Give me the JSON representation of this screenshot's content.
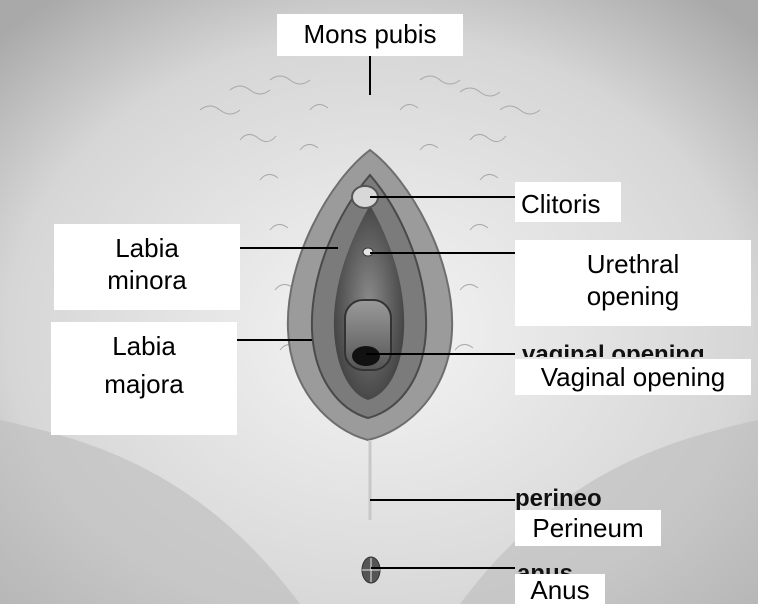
{
  "labels": {
    "mons_pubis": "Mons pubis",
    "clitoris": "Clitoris",
    "labia_minora": [
      "Labia",
      "minora"
    ],
    "urethral_opening": [
      "Urethral",
      "opening"
    ],
    "labia_majora": [
      "Labia",
      "majora"
    ],
    "vaginal_opening": "Vaginal opening",
    "perineum": "Perineum",
    "anus": "Anus"
  },
  "underlying_labels": {
    "vaginal": "vaginal opening",
    "perineo": "perineo",
    "anus": "anus"
  },
  "colors": {
    "background": "#ffffff",
    "skin_light": "#ececec",
    "skin_mid": "#b9b9b9",
    "skin_dark": "#3a3a3a",
    "leader_line": "#000000"
  }
}
